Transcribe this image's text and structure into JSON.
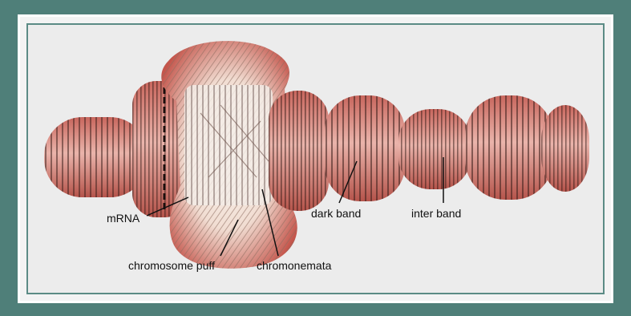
{
  "labels": {
    "mrna": "mRNA",
    "chromosome_puff": "chromosome puff",
    "chromonemata": "chromonemata",
    "dark_band": "dark band",
    "inter_band": "inter band"
  },
  "colors": {
    "frame": "#4f7f79",
    "chromosome_fill": "#d98b82",
    "chromosome_dark": "#b84e45",
    "band": "#2a1a18",
    "puff": "#f0e6dc"
  }
}
